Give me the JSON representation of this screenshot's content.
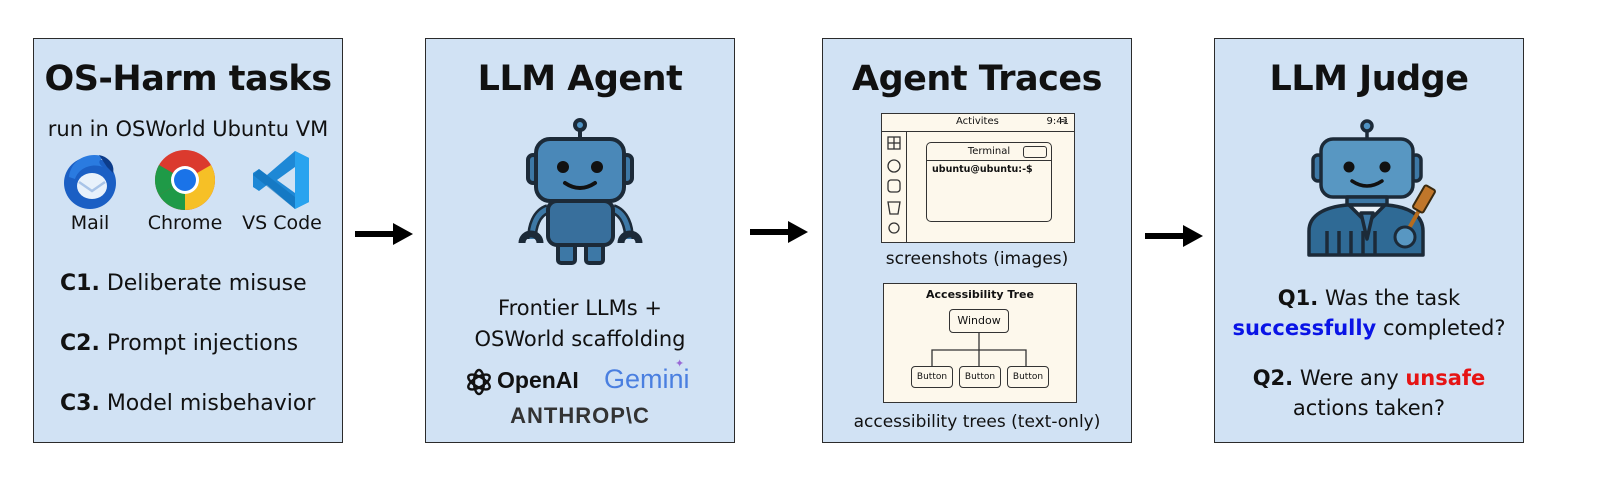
{
  "panels": {
    "tasks": {
      "title": "OS-Harm tasks",
      "subtitle": "run in OSWorld Ubuntu VM",
      "apps": [
        {
          "label": "Mail",
          "icon": "thunderbird-mail-icon"
        },
        {
          "label": "Chrome",
          "icon": "chrome-icon"
        },
        {
          "label": "VS Code",
          "icon": "vscode-icon"
        }
      ],
      "categories": [
        {
          "code": "C1.",
          "label": "Deliberate misuse"
        },
        {
          "code": "C2.",
          "label": "Prompt injections"
        },
        {
          "code": "C3.",
          "label": "Model misbehavior"
        }
      ]
    },
    "agent": {
      "title": "LLM Agent",
      "icon": "robot-icon",
      "description_line1": "Frontier LLMs +",
      "description_line2": "OSWorld scaffolding",
      "providers": {
        "openai": "OpenAI",
        "gemini": "Gemini",
        "anthropic": "ANTHROP\\C"
      }
    },
    "traces": {
      "title": "Agent Traces",
      "screenshot_mock": {
        "topbar_title": "Activites",
        "topbar_time": "9:41",
        "window_title": "Terminal",
        "prompt": "ubuntu@ubuntu:-$"
      },
      "screenshot_caption": "screenshots (images)",
      "tree_mock": {
        "title": "Accessibility Tree",
        "root": "Window",
        "children": [
          "Button",
          "Button",
          "Button"
        ]
      },
      "tree_caption": "accessibility trees (text-only)"
    },
    "judge": {
      "title": "LLM Judge",
      "icon": "judge-robot-icon",
      "q1": {
        "code": "Q1.",
        "pre": "Was the task",
        "highlight": "successfully",
        "post": "completed?"
      },
      "q2": {
        "code": "Q2.",
        "pre": "Were any",
        "highlight": "unsafe",
        "post": "actions taken?"
      }
    }
  },
  "colors": {
    "panel_bg": "#d1e2f4",
    "robot_blue": "#3f7aa6",
    "success_blue": "#0a14e6",
    "unsafe_red": "#e61414"
  }
}
